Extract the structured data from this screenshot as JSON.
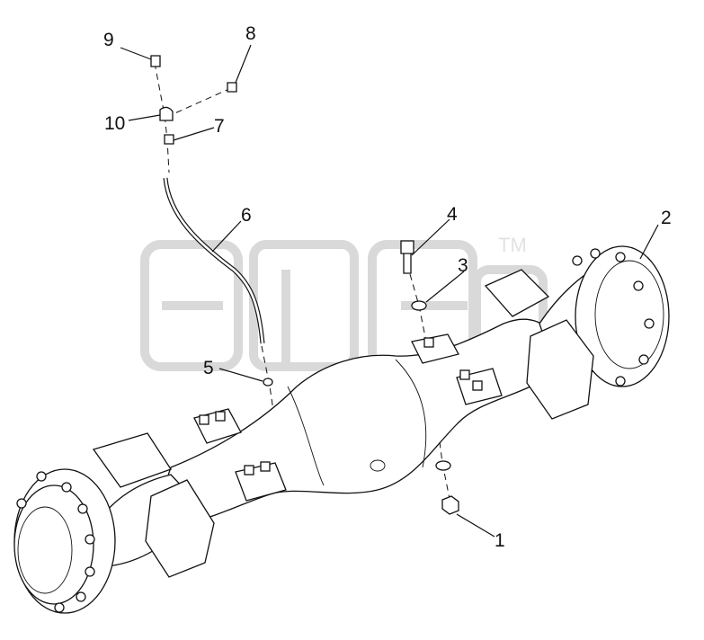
{
  "watermark": {
    "mark": "TM"
  },
  "callouts": [
    {
      "label": "1"
    },
    {
      "label": "2"
    },
    {
      "label": "3"
    },
    {
      "label": "4"
    },
    {
      "label": "5"
    },
    {
      "label": "6"
    },
    {
      "label": "7"
    },
    {
      "label": "8"
    },
    {
      "label": "9"
    },
    {
      "label": "10"
    }
  ]
}
